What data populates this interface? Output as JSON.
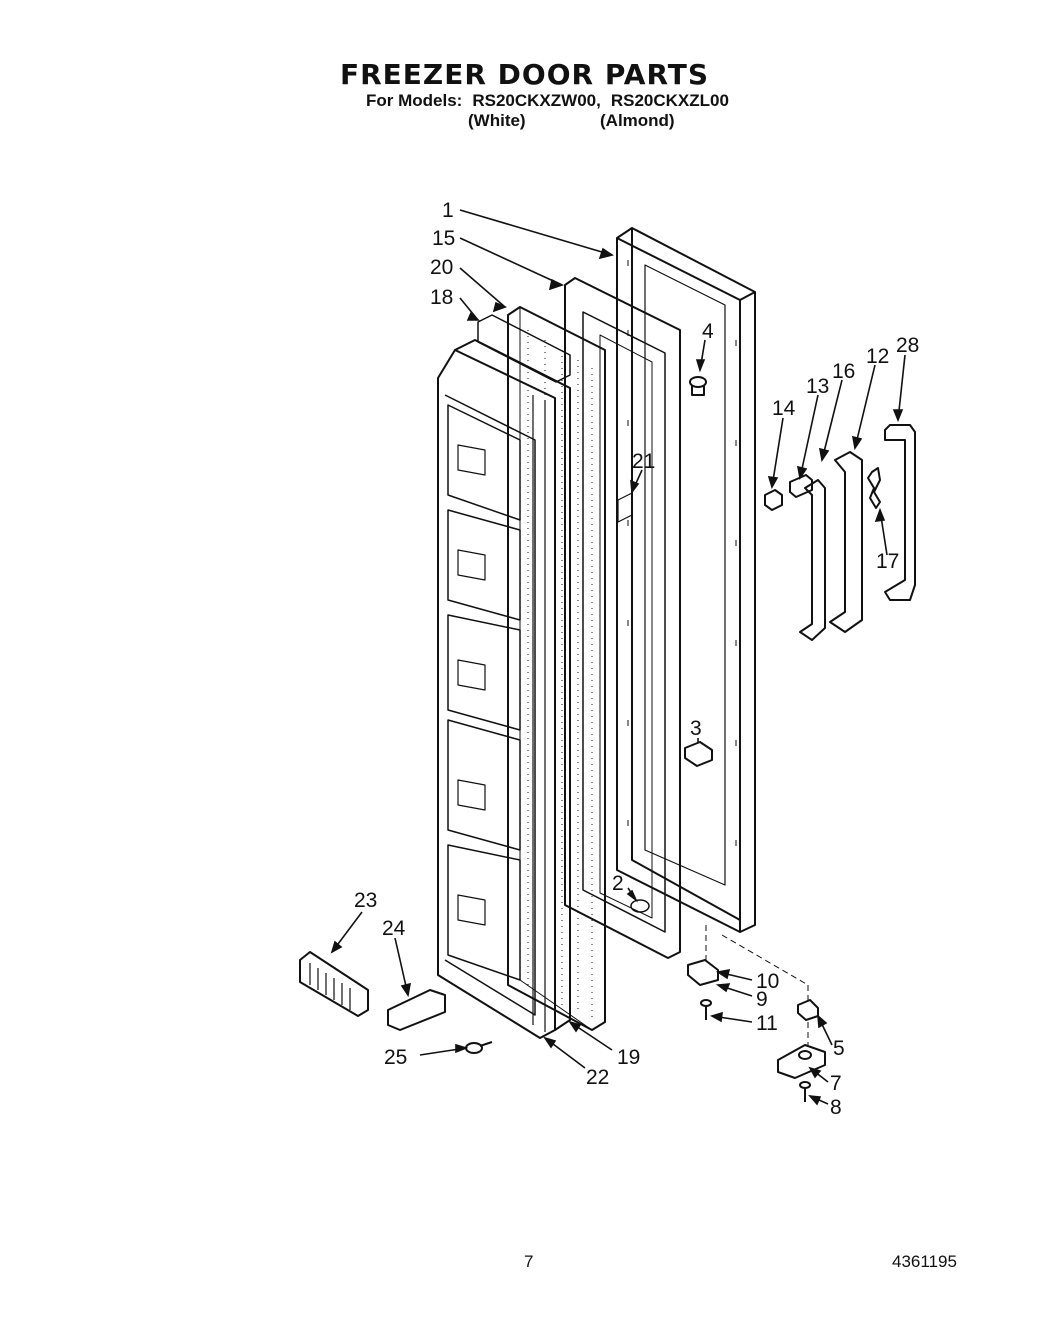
{
  "header": {
    "title": "FREEZER DOOR PARTS",
    "models_prefix": "For Models:",
    "model_1": "RS20CKXZW00,",
    "model_2": "RS20CKXZL00",
    "variant_1": "(White)",
    "variant_2": "(Almond)"
  },
  "callouts": [
    "1",
    "15",
    "20",
    "18",
    "4",
    "21",
    "28",
    "16",
    "13",
    "12",
    "14",
    "17",
    "3",
    "2",
    "23",
    "24",
    "10",
    "9",
    "11",
    "5",
    "7",
    "8",
    "25",
    "22",
    "19"
  ],
  "footer": {
    "page_number": "7",
    "document_number": "4361195"
  }
}
